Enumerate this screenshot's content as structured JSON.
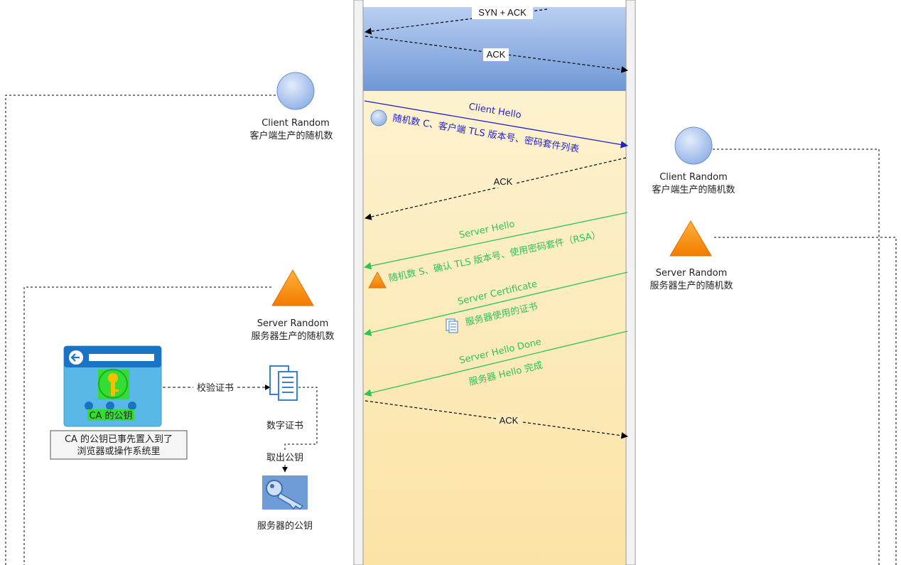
{
  "handshake": {
    "syn_ack": "SYN + ACK",
    "ack_1": "ACK",
    "client_hello": "Client Hello",
    "client_hello_desc": "随机数 C、客户端 TLS 版本号、密码套件列表",
    "ack_2": "ACK",
    "server_hello": "Server Hello",
    "server_hello_desc": "随机数 S、确认 TLS 版本号、使用密码套件（RSA）",
    "server_certificate": "Server Certificate",
    "server_certificate_desc": "服务器使用的证书",
    "server_hello_done": "Server Hello Done",
    "server_hello_done_desc": "服务器 Hello 完成",
    "ack_3": "ACK"
  },
  "left_side": {
    "client_random_title": "Client Random",
    "client_random_desc": "客户端生产的随机数",
    "server_random_title": "Server Random",
    "server_random_desc": "服务器生产的随机数",
    "ca_key_label": "CA 的公钥",
    "ca_note_line1": "CA 的公钥已事先置入到了",
    "ca_note_line2": "浏览器或操作系统里",
    "verify_label": "校验证书",
    "digital_cert": "数字证书",
    "extract_key": "取出公钥",
    "server_public_key": "服务器的公钥"
  },
  "right_side": {
    "client_random_title": "Client Random",
    "client_random_desc": "客户端生产的随机数",
    "server_random_title": "Server Random",
    "server_random_desc": "服务器生产的随机数"
  },
  "colors": {
    "client_msg": "#2323c8",
    "server_msg": "#2ec25a",
    "tcp_band": "#7aa2de",
    "tls_band": "#fdefc4"
  }
}
